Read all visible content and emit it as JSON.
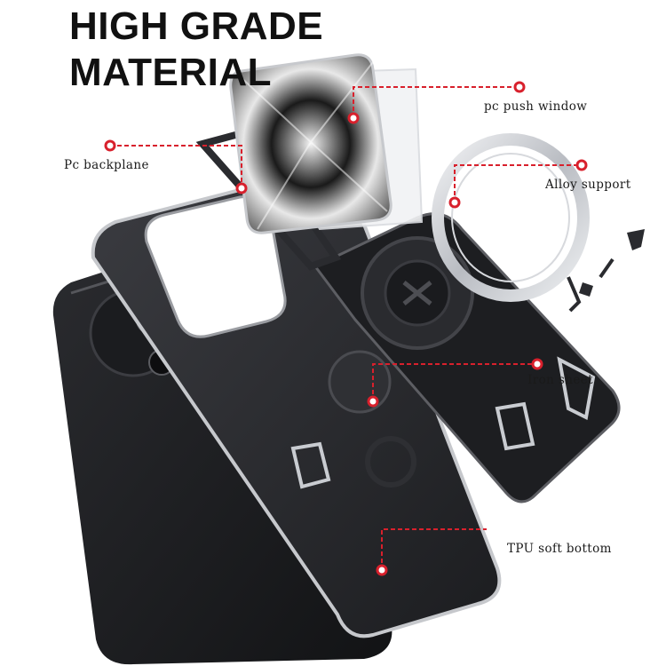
{
  "headline": {
    "line1": "HIGH GRADE",
    "line2": "MATERIAL"
  },
  "callouts": [
    {
      "id": "pc-push-window",
      "text": "pc push window"
    },
    {
      "id": "pc-backplane",
      "text": "Pc backplane"
    },
    {
      "id": "alloy-support",
      "text": "Alloy support"
    },
    {
      "id": "iron-sheet",
      "text": "Iron sheet"
    },
    {
      "id": "tpu-soft-bottom",
      "text": "TPU soft bottom"
    }
  ],
  "colors": {
    "callout_line": "#d8202c",
    "case_dark": "#1e1f22",
    "case_mid": "#3a3b3f",
    "metal_silver": "#c9ccd1",
    "text": "#111111"
  }
}
